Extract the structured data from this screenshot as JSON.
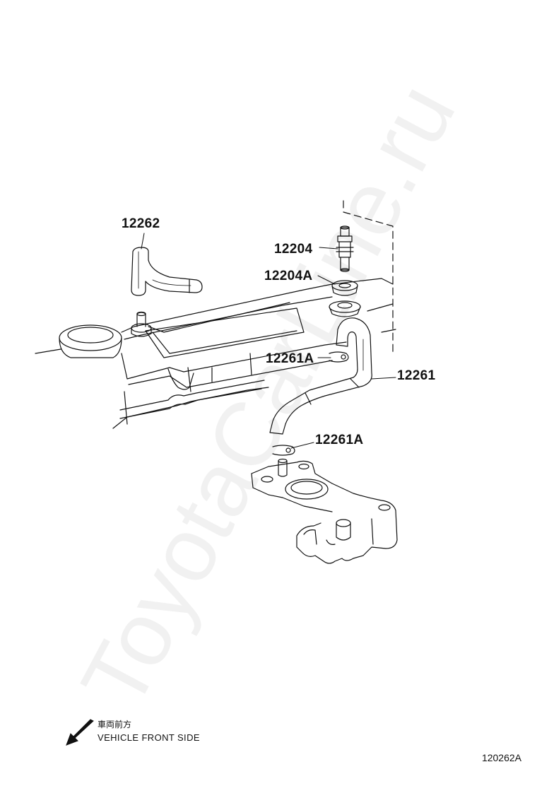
{
  "parts": {
    "p12262": "12262",
    "p12204": "12204",
    "p12204a": "12204A",
    "p12261a_upper": "12261A",
    "p12261": "12261",
    "p12261a_lower": "12261A"
  },
  "legend": {
    "japanese": "車両前方",
    "english": "VEHICLE FRONT SIDE",
    "icon": "front-direction-arrow-icon"
  },
  "diagram_code": "120262A",
  "watermark": "ToyotaCarLine.ru"
}
